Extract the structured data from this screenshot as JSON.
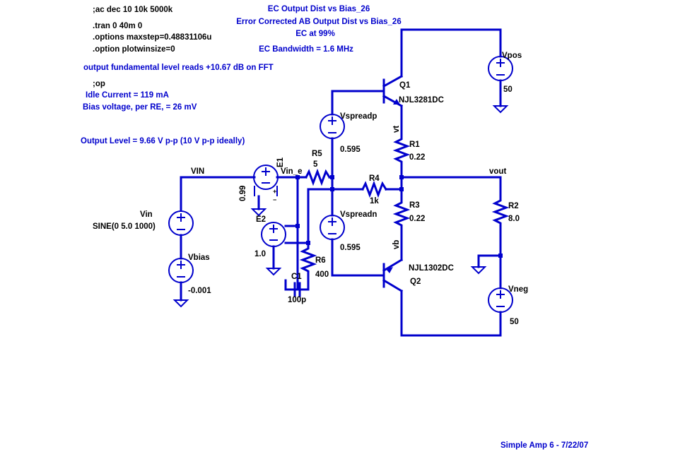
{
  "directives": {
    "ac": ";ac dec 10 10k 5000k",
    "tran": ".tran 0 40m 0",
    "maxstep": ".options maxstep=0.48831106u",
    "plotwinsize": ".option plotwinsize=0",
    "op": ";op"
  },
  "notes": {
    "ec_dist": "EC Output Dist vs Bias_26",
    "ec_corrected": "Error Corrected AB Output Dist vs Bias_26",
    "ec_at": "EC at 99%",
    "ec_bw": "EC Bandwidth = 1.6 MHz",
    "fundamental": "output fundamental level reads +10.67 dB on FFT",
    "idle_current": "Idle Current = 119 mA",
    "bias_voltage": "Bias voltage, per RE, = 26 mV",
    "output_level": "Output Level = 9.66 V p-p (10 V p-p ideally)",
    "footer": "Simple Amp 6 - 7/22/07"
  },
  "nets": {
    "vin": "VIN",
    "vin_e": "Vin_e",
    "vout": "vout",
    "vt": "vt",
    "vb": "vb"
  },
  "components": {
    "vin": {
      "name": "Vin",
      "value": "SINE(0 5.0 1000)"
    },
    "vbias": {
      "name": "Vbias",
      "value": "-0.001"
    },
    "e1": {
      "name": "E1",
      "value": "0.99"
    },
    "e2": {
      "name": "E2",
      "value": "1.0"
    },
    "r5": {
      "name": "R5",
      "value": "5"
    },
    "r6": {
      "name": "R6",
      "value": "400"
    },
    "c1": {
      "name": "C1",
      "value": "100p"
    },
    "r4": {
      "name": "R4",
      "value": "1k"
    },
    "vspreadp": {
      "name": "Vspreadp",
      "value": "0.595"
    },
    "vspreadn": {
      "name": "Vspreadn",
      "value": "0.595"
    },
    "q1": {
      "name": "Q1",
      "value": "NJL3281DC"
    },
    "q2": {
      "name": "Q2",
      "value": "NJL1302DC"
    },
    "r1": {
      "name": "R1",
      "value": "0.22"
    },
    "r3": {
      "name": "R3",
      "value": "0.22"
    },
    "r2": {
      "name": "R2",
      "value": "8.0"
    },
    "vpos": {
      "name": "Vpos",
      "value": "50"
    },
    "vneg": {
      "name": "Vneg",
      "value": "50"
    }
  },
  "colors": {
    "wire": "#0000cc",
    "text": "#000000"
  }
}
